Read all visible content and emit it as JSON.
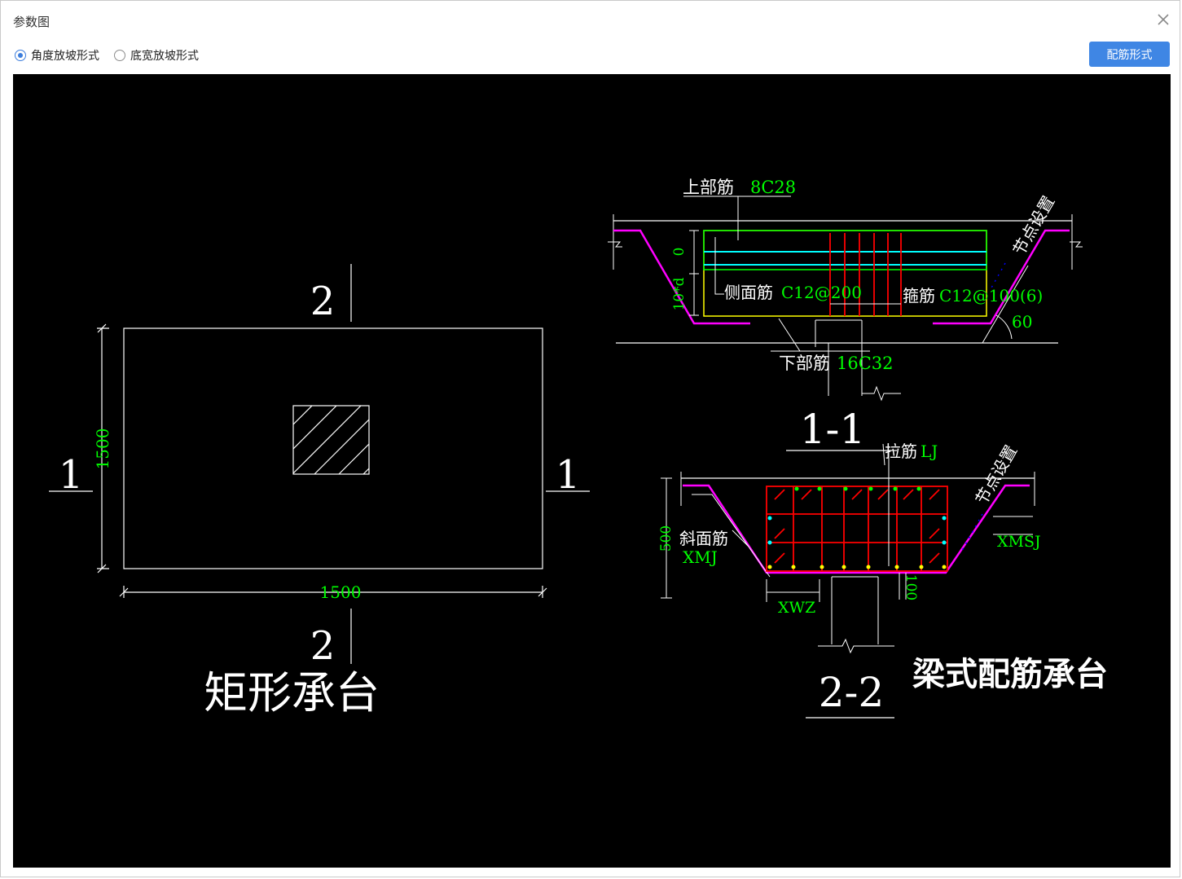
{
  "dialog": {
    "title": "参数图",
    "close_icon": "close-icon"
  },
  "toolbar": {
    "radio_options": [
      {
        "label": "角度放坡形式",
        "selected": true
      },
      {
        "label": "底宽放坡形式",
        "selected": false
      }
    ],
    "rebar_button": "配筋形式"
  },
  "colors": {
    "canvas_bg": "#000000",
    "line_white": "#ffffff",
    "dim_green": "#00ff00",
    "rebar_red": "#ff0000",
    "outline_magenta": "#ff00ff",
    "cyan": "#00ffff",
    "yellow": "#ffff00",
    "button_blue": "#3f86e4"
  },
  "drawing": {
    "plan": {
      "title": "矩形承台",
      "section_mark_1_left": "1",
      "section_mark_1_right": "1",
      "section_mark_2_top": "2",
      "section_mark_2_bottom": "2",
      "dim_height": "1500",
      "dim_width": "1500"
    },
    "section_1_1": {
      "title": "1-1",
      "top_rebar_label": "上部筋",
      "top_rebar_value": "8C28",
      "side_rebar_label": "侧面筋",
      "side_rebar_value": "C12@200",
      "stirrup_label": "箍筋",
      "stirrup_value": "C12@100(6)",
      "bottom_rebar_label": "下部筋",
      "bottom_rebar_value": "16C32",
      "node_setting": "节点设置",
      "angle": "60",
      "dim_zero": "0",
      "dim_10d": "10*d"
    },
    "section_2_2": {
      "title": "2-2",
      "tie_label": "拉筋",
      "tie_value": "LJ",
      "slope_label": "斜面筋",
      "slope_value": "XMJ",
      "node_setting": "节点设置",
      "xmsj": "XMSJ",
      "xwz": "XWZ",
      "dim_500": "500",
      "dim_100": "100"
    },
    "beam_caption": "梁式配筋承台"
  }
}
